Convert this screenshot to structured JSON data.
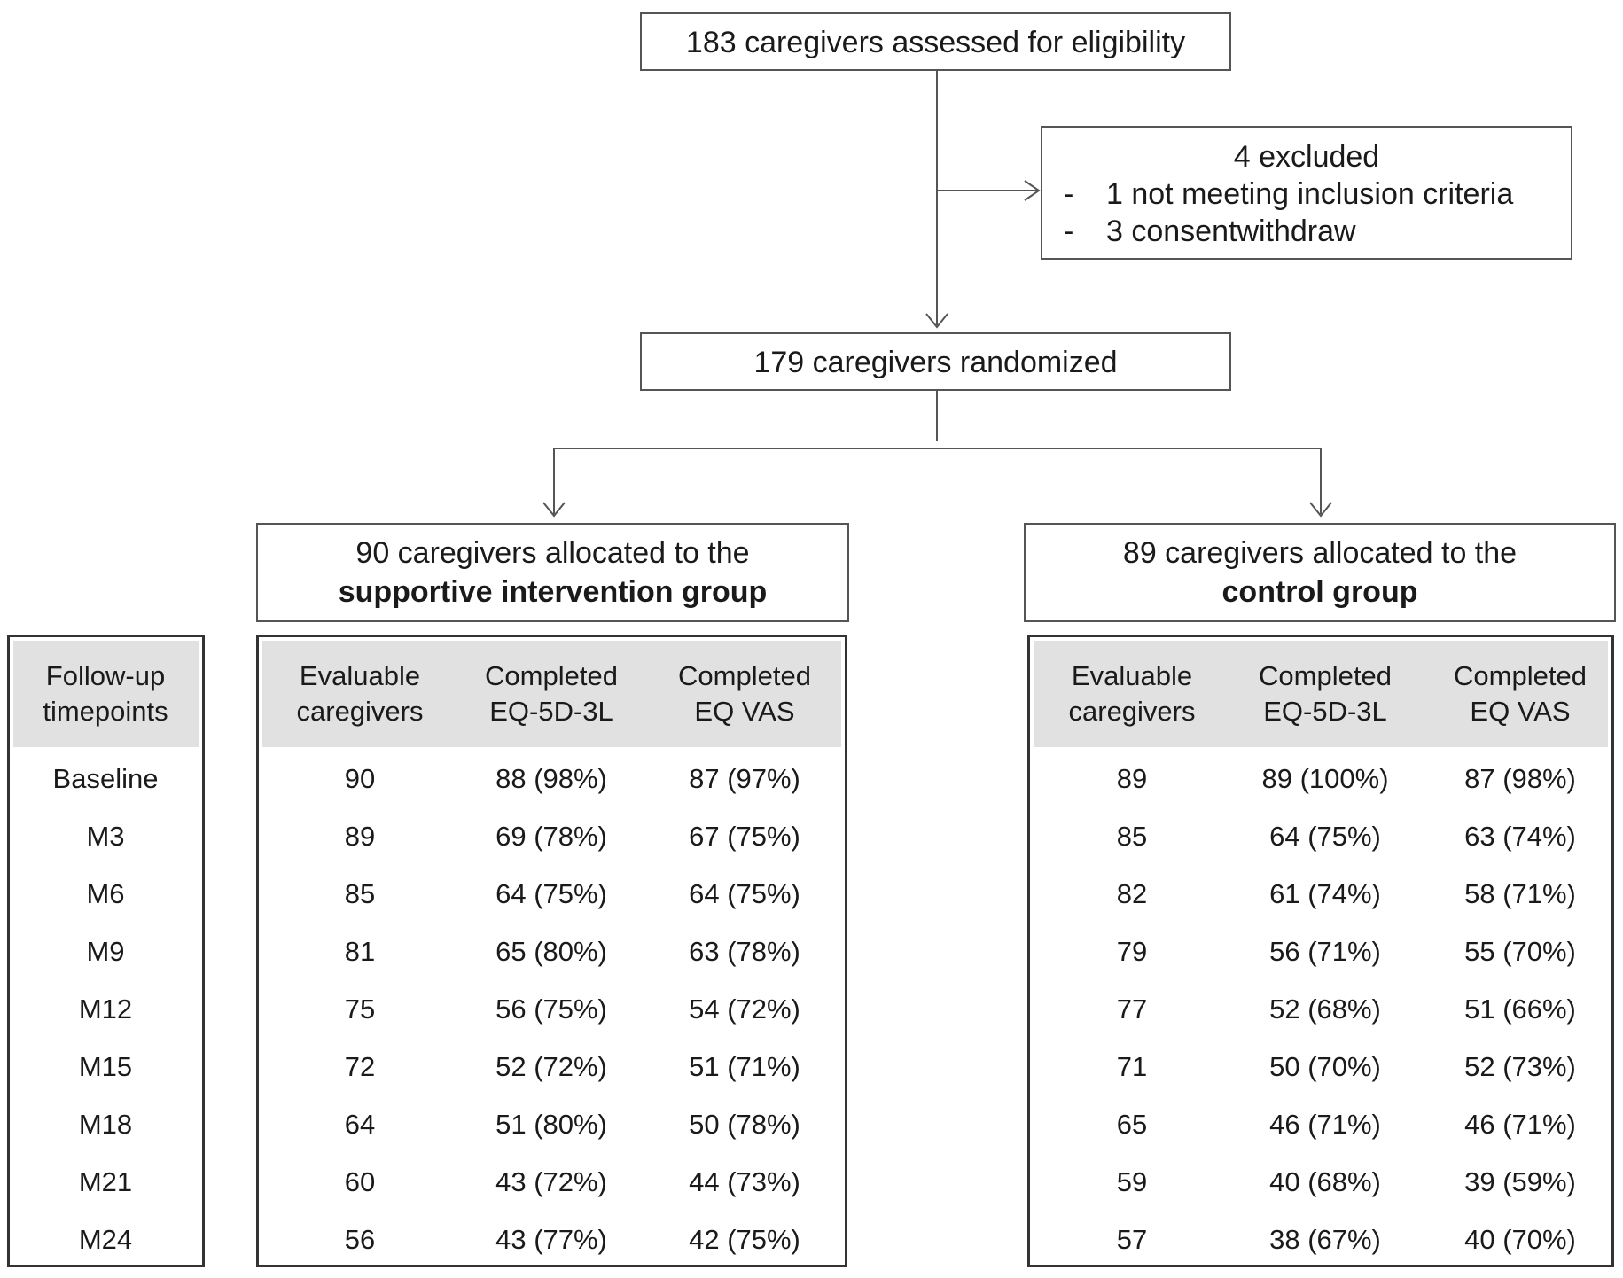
{
  "flow": {
    "assessed": "183 caregivers  assessed for eligibility",
    "excluded": {
      "title": "4 excluded",
      "items": [
        {
          "dash": "-",
          "text": "1 not meeting inclusion criteria"
        },
        {
          "dash": "-",
          "text": "3 consentwithdraw"
        }
      ]
    },
    "randomized": "179 caregivers  randomized",
    "intervention": {
      "line1": "90 caregivers  allocated to the",
      "line2": "supportive  intervention group"
    },
    "control": {
      "line1": "89 caregivers  allocated to the",
      "line2": "control  group"
    }
  },
  "timepoints": {
    "header": [
      "Follow-up",
      "timepoints"
    ],
    "rows": [
      "Baseline",
      "M3",
      "M6",
      "M9",
      "M12",
      "M15",
      "M18",
      "M21",
      "M24"
    ]
  },
  "tables": {
    "headers": [
      [
        "Evaluable",
        "caregivers"
      ],
      [
        "Completed",
        "EQ-5D-3L"
      ],
      [
        "Completed",
        "EQ VAS"
      ]
    ],
    "intervention": [
      [
        "90",
        "88 (98%)",
        "87 (97%)"
      ],
      [
        "89",
        "69 (78%)",
        "67 (75%)"
      ],
      [
        "85",
        "64 (75%)",
        "64 (75%)"
      ],
      [
        "81",
        "65 (80%)",
        "63 (78%)"
      ],
      [
        "75",
        "56 (75%)",
        "54 (72%)"
      ],
      [
        "72",
        "52 (72%)",
        "51 (71%)"
      ],
      [
        "64",
        "51 (80%)",
        "50 (78%)"
      ],
      [
        "60",
        "43 (72%)",
        "44 (73%)"
      ],
      [
        "56",
        "43 (77%)",
        "42 (75%)"
      ]
    ],
    "control": [
      [
        "89",
        "89 (100%)",
        "87 (98%)"
      ],
      [
        "85",
        "64 (75%)",
        "63 (74%)"
      ],
      [
        "82",
        "61 (74%)",
        "58 (71%)"
      ],
      [
        "79",
        "56 (71%)",
        "55 (70%)"
      ],
      [
        "77",
        "52 (68%)",
        "51 (66%)"
      ],
      [
        "71",
        "50 (70%)",
        "52 (73%)"
      ],
      [
        "65",
        "46 (71%)",
        "46 (71%)"
      ],
      [
        "59",
        "40 (68%)",
        "39 (59%)"
      ],
      [
        "57",
        "38 (67%)",
        "40 (70%)"
      ]
    ]
  }
}
